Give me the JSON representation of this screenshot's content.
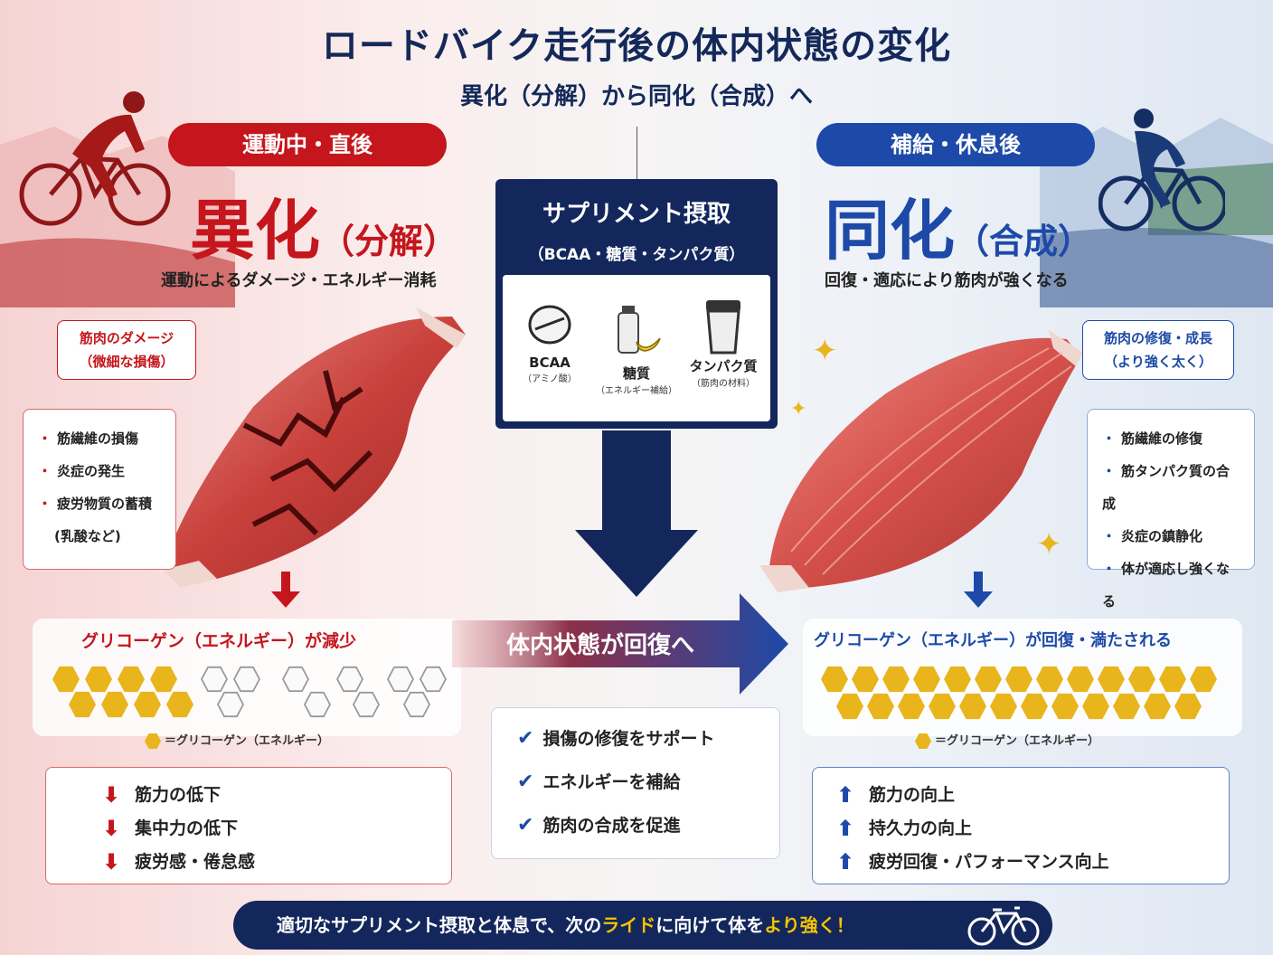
{
  "header": {
    "title": "ロードバイク走行後の体内状態の変化",
    "subtitle": "異化（分解）から同化（合成）へ"
  },
  "left": {
    "phase_label": "運動中・直後",
    "main_word": "異化",
    "main_paren": "（分解）",
    "description": "運動によるダメージ・エネルギー消耗",
    "callout": [
      "筋肉のダメージ",
      "（微細な損傷）"
    ],
    "list": [
      "筋繊維の損傷",
      "炎症の発生",
      "疲労物質の蓄積",
      "(乳酸など)"
    ],
    "glycogen_title": "グリコーゲン（エネルギー）が減少",
    "legend": "＝グリコーゲン（エネルギー）",
    "effects": [
      "筋力の低下",
      "集中力の低下",
      "疲労感・倦怠感"
    ]
  },
  "right": {
    "phase_label": "補給・休息後",
    "main_word": "同化",
    "main_paren": "（合成）",
    "description": "回復・適応により筋肉が強くなる",
    "callout": [
      "筋肉の修復・成長",
      "（より強く太く）"
    ],
    "list": [
      "筋繊維の修復",
      "筋タンパク質の合成",
      "炎症の鎮静化",
      "体が適応し強くなる"
    ],
    "glycogen_title": "グリコーゲン（エネルギー）が回復・満たされる",
    "legend": "＝グリコーゲン（エネルギー）",
    "effects": [
      "筋力の向上",
      "持久力の向上",
      "疲労回復・パフォーマンス向上"
    ]
  },
  "supplement": {
    "title": "サプリメント摂取",
    "subtitle": "（BCAA・糖質・タンパク質）",
    "items": [
      {
        "name": "BCAA",
        "sub": "（アミノ酸）",
        "icon": "pill-icon"
      },
      {
        "name": "糖質",
        "sub": "（エネルギー補給）",
        "icon": "bottle-banana-icon"
      },
      {
        "name": "タンパク質",
        "sub": "（筋肉の材料）",
        "icon": "shaker-icon"
      }
    ]
  },
  "center": {
    "arrow_label": "体内状態が回復へ",
    "checks": [
      "損傷の修復をサポート",
      "エネルギーを補給",
      "筋肉の合成を促進"
    ]
  },
  "banner": {
    "part1": "適切なサプリメント摂取と体息で、次の",
    "highlight1": "ライド",
    "part2": "に向けて体を",
    "highlight2": "より強く！"
  },
  "colors": {
    "red": "#c4161c",
    "blue": "#1d4aa8",
    "navy": "#13275c",
    "glycogen": "#e9b51c"
  }
}
